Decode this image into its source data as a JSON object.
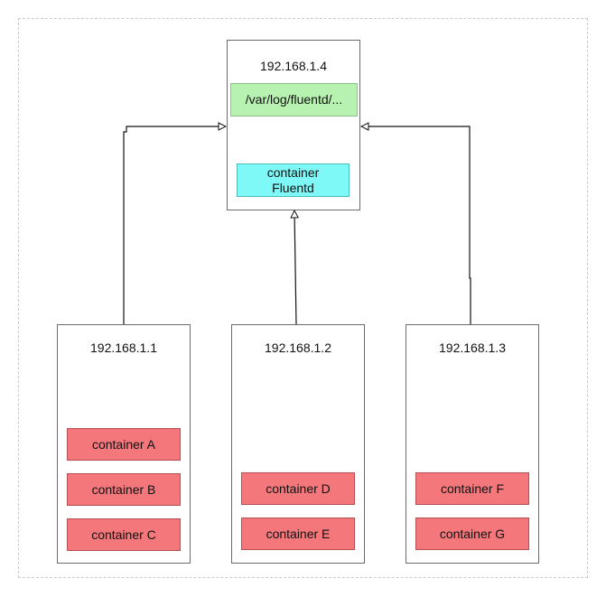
{
  "server": {
    "ip": "192.168.1.4",
    "log_path": "/var/log/fluentd/...",
    "fluentd_line1": "container",
    "fluentd_line2": "Fluentd"
  },
  "hosts": [
    {
      "ip": "192.168.1.1",
      "containers": [
        "container A",
        "container B",
        "container C"
      ]
    },
    {
      "ip": "192.168.1.2",
      "containers": [
        "container D",
        "container E"
      ]
    },
    {
      "ip": "192.168.1.3",
      "containers": [
        "container F",
        "container G"
      ]
    }
  ],
  "colors": {
    "container_fill": "#f4777c",
    "log_path_fill": "#b8f2b0",
    "fluentd_fill": "#7ff8f8",
    "frame_border": "#c8c8c8"
  }
}
